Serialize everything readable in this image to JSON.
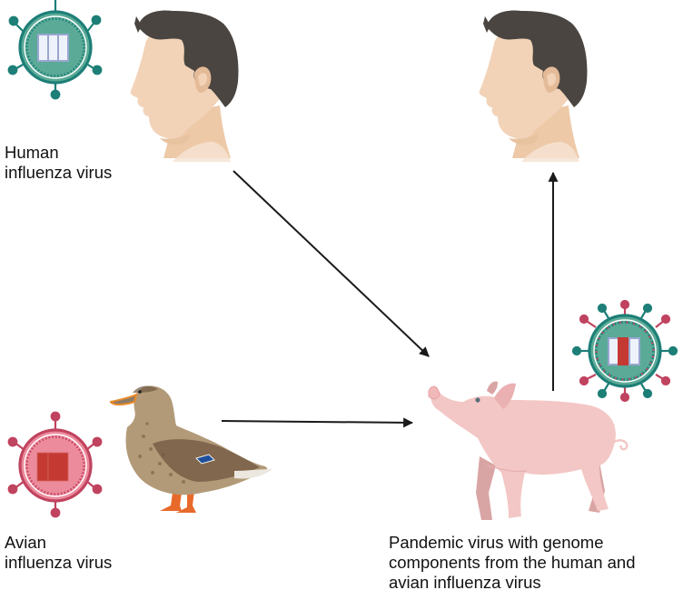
{
  "labels": {
    "human_virus": [
      "Human",
      "influenza virus"
    ],
    "avian_virus": [
      "Avian",
      "influenza virus"
    ],
    "pandemic_virus": [
      "Pandemic virus with genome",
      "components from the human and",
      "avian influenza virus"
    ]
  },
  "nodes": [
    {
      "id": "human-source",
      "kind": "human-head"
    },
    {
      "id": "human-target",
      "kind": "human-head"
    },
    {
      "id": "duck",
      "kind": "avian-host"
    },
    {
      "id": "pig",
      "kind": "mixing-vessel-host"
    }
  ],
  "viruses": [
    {
      "id": "human-influenza-virus",
      "genome_segments": [
        "human",
        "human",
        "human"
      ]
    },
    {
      "id": "avian-influenza-virus",
      "genome_segments": [
        "avian",
        "avian"
      ]
    },
    {
      "id": "pandemic-influenza-virus",
      "genome_segments": [
        "human",
        "avian",
        "human"
      ]
    }
  ],
  "edges": [
    {
      "from": "human-source",
      "to": "pig"
    },
    {
      "from": "duck",
      "to": "pig"
    },
    {
      "from": "pig",
      "to": "human-target"
    }
  ],
  "colors": {
    "human_virus_body": "#5aaa97",
    "human_virus_ring": "#1d7f77",
    "avian_virus_body": "#ec8b9c",
    "avian_virus_ring": "#c0435f",
    "human_segment": "#eef3fb",
    "segment_border": "#9aa6d0",
    "avian_segment": "#c43a32",
    "hair": "#4a4540",
    "skin": "#f2d3b8",
    "skin_shadow": "#e4bb98",
    "pig": "#f3c7c5",
    "pig_shadow": "#d9a5a4",
    "duck": "#b29a78",
    "duck_dark": "#6f5842",
    "duck_speculum": "#1e4f9c",
    "duck_legs": "#e86a2a",
    "arrow": "#1a1a1a"
  }
}
